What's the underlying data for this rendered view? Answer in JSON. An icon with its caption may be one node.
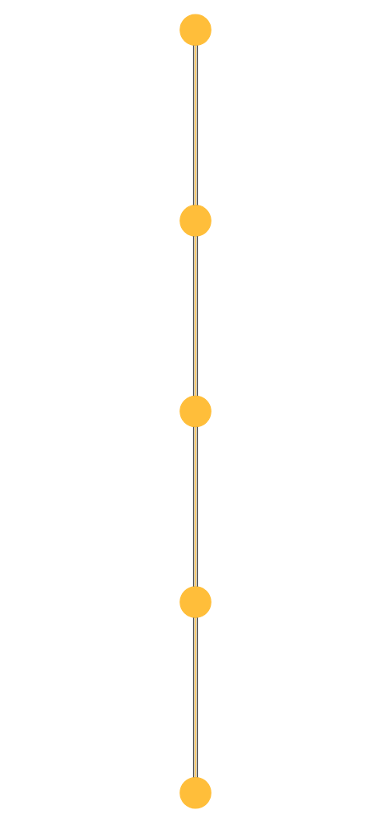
{
  "diagram": {
    "nodes": [
      {
        "text": [],
        "shape": "circle"
      },
      {
        "text": [],
        "shape": "circle"
      },
      {
        "text": [],
        "shape": "circle"
      },
      {
        "text": [],
        "shape": "circle"
      },
      {
        "text": [],
        "shape": "circle"
      }
    ],
    "edges": [
      {
        "from": 0,
        "to": 1,
        "arrow": "none"
      },
      {
        "from": 1,
        "to": 2,
        "arrow": "none"
      },
      {
        "from": 2,
        "to": 3,
        "arrow": "none"
      },
      {
        "from": 3,
        "to": 4,
        "arrow": "none"
      }
    ]
  }
}
